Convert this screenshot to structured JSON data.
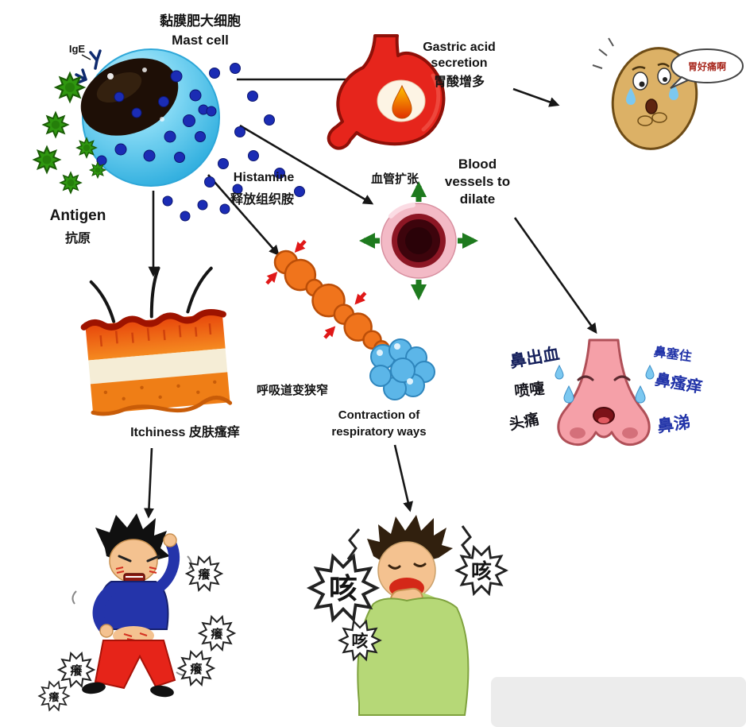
{
  "diagram": {
    "mast_cell": {
      "label_zh": "黏膜肥大细胞",
      "label_en": "Mast cell",
      "ige": "IgE"
    },
    "antigen": {
      "en": "Antigen",
      "zh": "抗原"
    },
    "histamine": {
      "en": "Histamine",
      "zh": "释放组织胺"
    },
    "gastric": {
      "en_line1": "Gastric acid",
      "en_line2": "secretion",
      "zh": "胃酸增多",
      "bubble": "胃好痛啊"
    },
    "vessel": {
      "zh": "血管扩张",
      "en_line1": "Blood",
      "en_line2": "vessels to",
      "en_line3": "dilate"
    },
    "skin": {
      "label": "Itchiness 皮肤瘙痒"
    },
    "airway": {
      "zh": "呼吸道变狭窄",
      "en_line1": "Contraction of",
      "en_line2": "respiratory ways"
    },
    "nose": {
      "labels": [
        "鼻出血",
        "喷嚏",
        "头痛",
        "鼻塞住",
        "鼻瘙痒",
        "鼻涕"
      ]
    },
    "itch": {
      "bubble": "癢"
    },
    "cough": {
      "char": "咳"
    }
  },
  "colors": {
    "cell_blue": "#3ebde8",
    "granule_blue": "#1b2cb4",
    "antigen_green": "#2f9710",
    "stomach_red": "#e6251c",
    "vessel_pink": "#f3bac6",
    "vessel_lumen": "#3d040c",
    "dilate_arrow_green": "#1e7a1e",
    "airway_orange": "#f0741c",
    "alveoli_blue": "#5cb6e8",
    "skin_orange": "#ef7e16",
    "shirt_blue": "#2434aa",
    "pants_red": "#e62419",
    "shirt_green": "#b6d877",
    "arrow_black": "#161616"
  }
}
